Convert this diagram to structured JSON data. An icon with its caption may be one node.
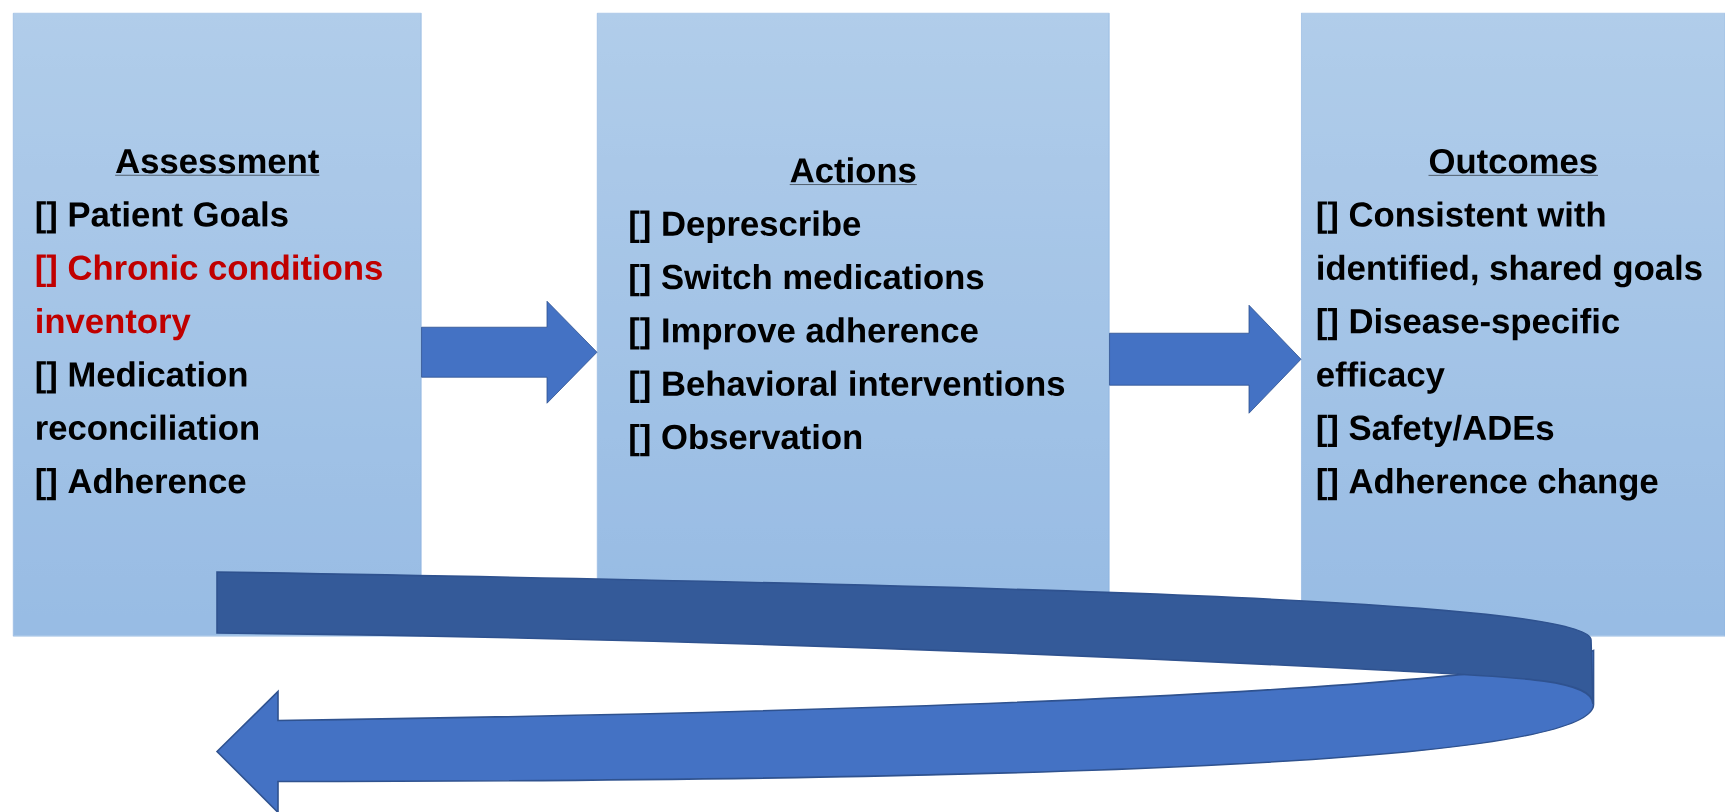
{
  "diagram": {
    "nodes": [
      {
        "text": [
          "Assessment",
          "[] Patient Goals",
          "[] Chronic conditions inventory",
          "[] Medication reconciliation",
          "[] Adherence"
        ]
      },
      {
        "text": [
          "Actions",
          "[] Deprescribe",
          "[] Switch medications",
          "[] Improve adherence",
          "[] Behavioral interventions",
          "[] Observation"
        ]
      },
      {
        "text": [
          "Outcomes",
          "[] Consistent with identified, shared goals",
          "[] Disease-specific efficacy",
          "[] Safety/ADEs",
          "[] Adherence change"
        ]
      }
    ],
    "edges": [
      {
        "from": 0,
        "to": 1,
        "arrow": "to"
      },
      {
        "from": 1,
        "to": 2,
        "arrow": "to"
      },
      {
        "from": 2,
        "to": 0,
        "arrow": "to",
        "style": "thick"
      }
    ]
  }
}
